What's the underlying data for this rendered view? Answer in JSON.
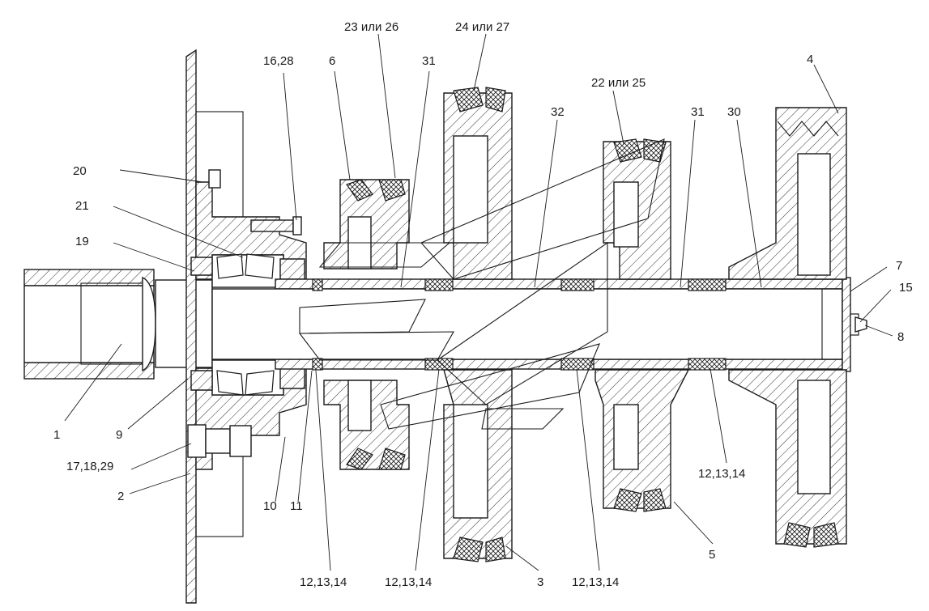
{
  "callouts": [
    {
      "id": "1",
      "text": "1"
    },
    {
      "id": "2",
      "text": "2"
    },
    {
      "id": "3",
      "text": "3"
    },
    {
      "id": "4",
      "text": "4"
    },
    {
      "id": "5",
      "text": "5"
    },
    {
      "id": "6",
      "text": "6"
    },
    {
      "id": "7",
      "text": "7"
    },
    {
      "id": "8",
      "text": "8"
    },
    {
      "id": "9",
      "text": "9"
    },
    {
      "id": "10",
      "text": "10"
    },
    {
      "id": "11",
      "text": "11"
    },
    {
      "id": "15",
      "text": "15"
    },
    {
      "id": "16_28",
      "text": "16,28"
    },
    {
      "id": "17_18_29",
      "text": "17,18,29"
    },
    {
      "id": "19",
      "text": "19"
    },
    {
      "id": "20",
      "text": "20"
    },
    {
      "id": "21",
      "text": "21"
    },
    {
      "id": "22_25",
      "text": "22 или 25"
    },
    {
      "id": "23_26",
      "text": "23 или 26"
    },
    {
      "id": "24_27",
      "text": "24 или 27"
    },
    {
      "id": "30",
      "text": "30"
    },
    {
      "id": "31a",
      "text": "31"
    },
    {
      "id": "31b",
      "text": "31"
    },
    {
      "id": "32",
      "text": "32"
    },
    {
      "id": "12a",
      "text": "12,13,14"
    },
    {
      "id": "12b",
      "text": "12,13,14"
    },
    {
      "id": "12c",
      "text": "12,13,14"
    },
    {
      "id": "12d",
      "text": "12,13,14"
    }
  ]
}
